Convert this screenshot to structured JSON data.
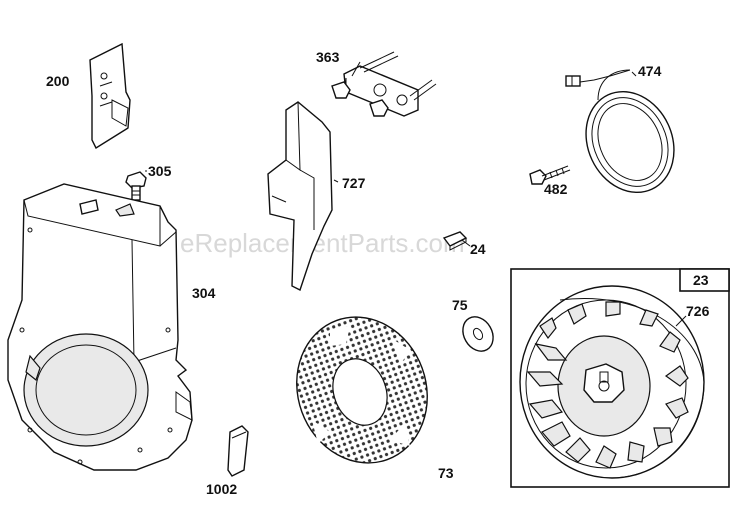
{
  "watermark": "eReplacementParts.com",
  "callouts": [
    {
      "id": "200",
      "text": "200"
    },
    {
      "id": "305",
      "text": "305"
    },
    {
      "id": "304",
      "text": "304"
    },
    {
      "id": "363",
      "text": "363"
    },
    {
      "id": "727",
      "text": "727"
    },
    {
      "id": "24",
      "text": "24"
    },
    {
      "id": "474",
      "text": "474"
    },
    {
      "id": "482",
      "text": "482"
    },
    {
      "id": "75",
      "text": "75"
    },
    {
      "id": "73",
      "text": "73"
    },
    {
      "id": "1002",
      "text": "1002"
    },
    {
      "id": "726",
      "text": "726"
    }
  ],
  "kit_box": {
    "label": "23"
  }
}
